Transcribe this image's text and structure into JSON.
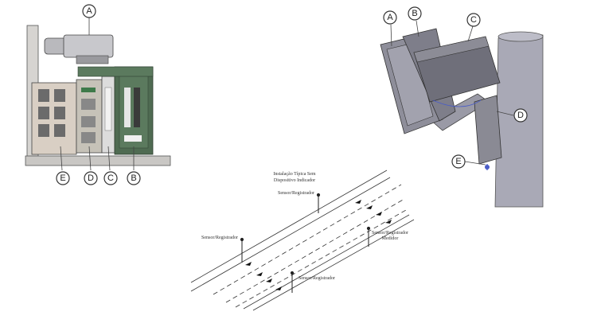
{
  "cabinet_callouts": [
    {
      "key": "A",
      "label": "A"
    },
    {
      "key": "E",
      "label": "E"
    },
    {
      "key": "D",
      "label": "D"
    },
    {
      "key": "C",
      "label": "C"
    },
    {
      "key": "B",
      "label": "B"
    }
  ],
  "pole_callouts": [
    {
      "key": "A",
      "label": "A"
    },
    {
      "key": "B",
      "label": "B"
    },
    {
      "key": "C",
      "label": "C"
    },
    {
      "key": "D",
      "label": "D"
    },
    {
      "key": "E",
      "label": "E"
    }
  ],
  "road": {
    "title_line1": "Instalação Típica Sem",
    "title_line2": "Dispositivo Indicador",
    "sensor_top": "Sensor/Registrador",
    "sensor_left": "Sensor/Registrador",
    "sensor_right_line1": "Sensor/Registrador",
    "sensor_right_line2": "Medidor",
    "sensor_bottom": "Sensor/Registrador"
  },
  "colors": {
    "cabinet_gray": "#c9c7c4",
    "panel_green": "#4f6b52",
    "pole_gray": "#a9a9b6",
    "line_dark": "#333333"
  }
}
